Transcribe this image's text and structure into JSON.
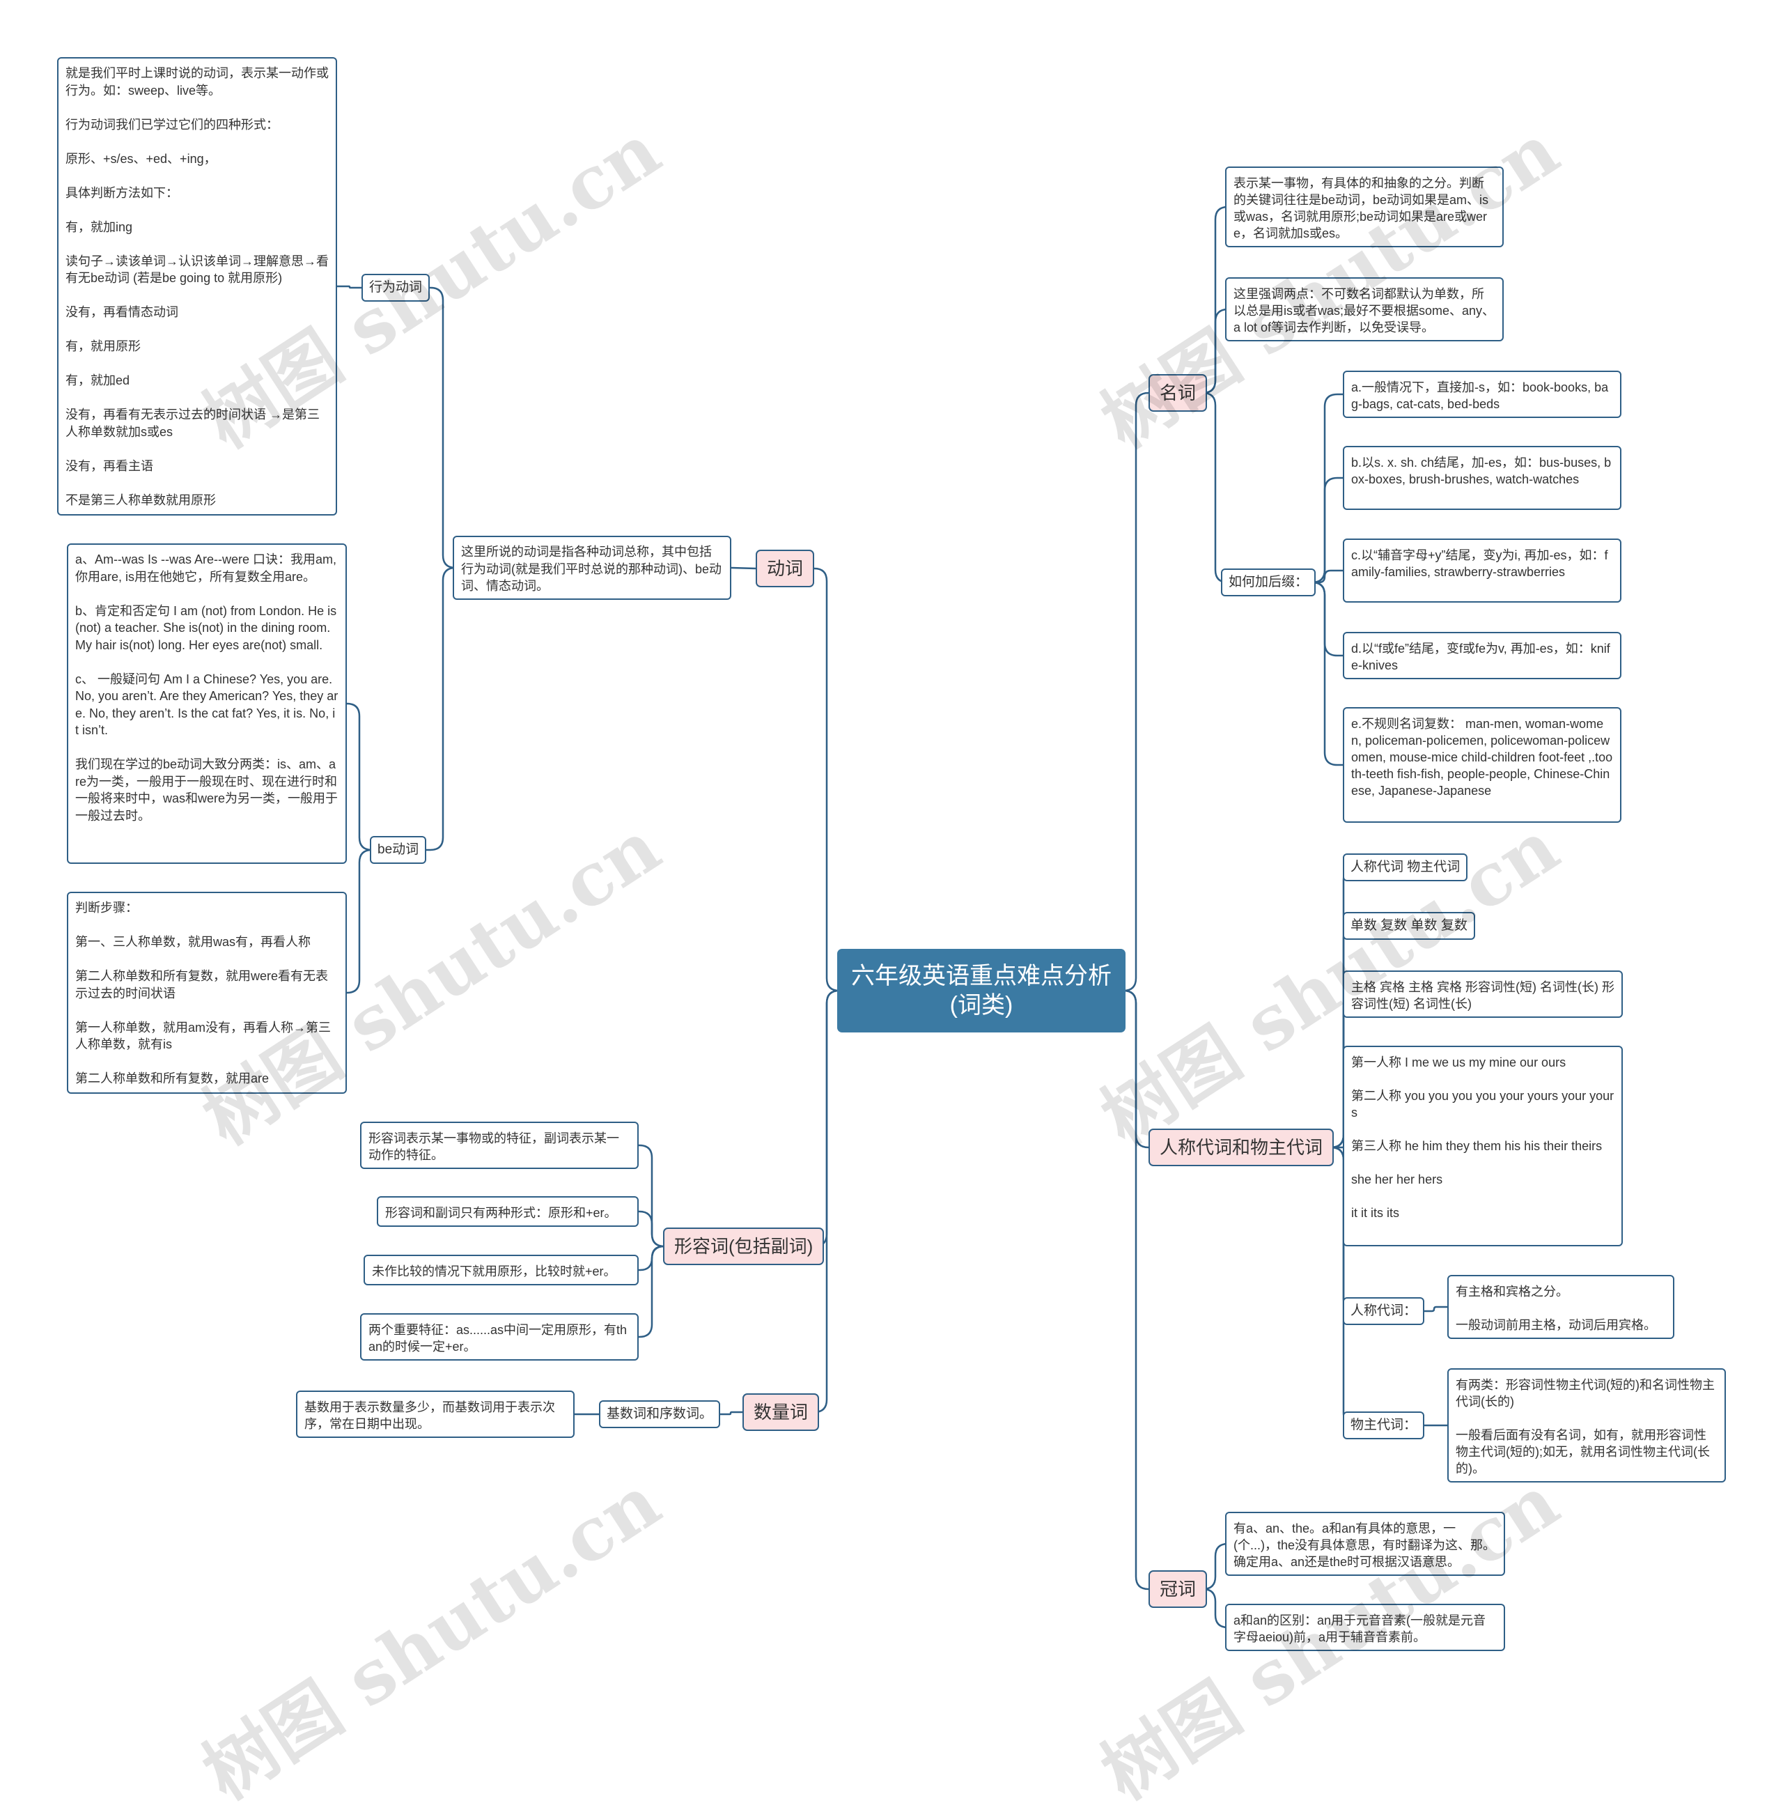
{
  "root": {
    "title": "六年级英语重点难点分析(词类)"
  },
  "colors": {
    "root_fill": "#3b7aa3",
    "branch_fill": "#fbe0e1",
    "line": "#2f5f86"
  },
  "watermark": "树图 shutu.cn",
  "branches": {
    "verb": {
      "label": "动词",
      "summary": "这里所说的动词是指各种动词总称，其中包括行为动词(就是我们平时总说的那种动词)、be动词、情态动词。",
      "action": {
        "label": "行为动词",
        "text": "就是我们平时上课时说的动词，表示某一动作或行为。如：sweep、live等。\n\n行为动词我们已学过它们的四种形式：\n\n原形、+s/es、+ed、+ing，\n\n具体判断方法如下：\n\n有，就加ing\n\n读句子→读该单词→认识该单词→理解意思→看有无be动词 (若是be going to 就用原形)\n\n没有，再看情态动词\n\n有，就用原形\n\n有，就加ed\n\n没有，再看有无表示过去的时间状语 →是第三人称单数就加s或es\n\n没有，再看主语\n\n不是第三人称单数就用原形"
      },
      "be": {
        "label": "be动词",
        "text1": "a、Am--was Is --was Are--were 口诀：我用am, 你用are, is用在他她它，所有复数全用are。\n\nb、肯定和否定句 I am (not) from London. He is(not) a teacher. She is(not) in the dining room. My hair is(not) long. Her eyes are(not) small.\n\nc、 一般疑问句 Am I a Chinese? Yes, you are. No, you aren’t. Are they American? Yes, they are. No, they aren’t. Is the cat fat? Yes, it is. No, it isn’t.\n\n我们现在学过的be动词大致分两类：is、am、are为一类，一般用于一般现在时、现在进行时和一般将来时中，was和were为另一类，一般用于一般过去时。",
        "text2": "判断步骤：\n\n第一、三人称单数，就用was有，再看人称\n\n第二人称单数和所有复数，就用were看有无表示过去的时间状语\n\n第一人称单数，就用am没有，再看人称→第三人称单数，就有is\n\n第二人称单数和所有复数，就用are"
      }
    },
    "adjective": {
      "label": "形容词(包括副词)",
      "items": [
        "形容词表示某一事物或的特征，副词表示某一动作的特征。",
        "形容词和副词只有两种形式：原形和+er。",
        "未作比较的情况下就用原形，比较时就+er。",
        "两个重要特征：as......as中间一定用原形，有than的时候一定+er。"
      ]
    },
    "numeral": {
      "label": "数量词",
      "sub_label": "基数词和序数词。",
      "text": "基数用于表示数量多少，而基数词用于表示次序，常在日期中出现。"
    },
    "noun": {
      "label": "名词",
      "text1": "表示某一事物，有具体的和抽象的之分。判断的关键词往往是be动词，be动词如果是am、is或was，名词就用原形;be动词如果是are或were，名词就加s或es。",
      "text2": "这里强调两点：不可数名词都默认为单数，所以总是用is或者was;最好不要根据some、any、a lot of等词去作判断，以免受误导。",
      "suffix_label": "如何加后缀：",
      "suffix_items": [
        "a.一般情况下，直接加-s，如：book-books, bag-bags, cat-cats, bed-beds",
        "b.以s. x. sh. ch结尾，加-es，如：bus-buses, box-boxes, brush-brushes, watch-watches",
        "c.以“辅音字母+y”结尾，变y为i, 再加-es，如：family-families, strawberry-strawberries",
        "d.以“f或fe”结尾，变f或fe为v, 再加-es，如：knife-knives",
        "e.不规则名词复数： man-men, woman-women, policeman-policemen, policewoman-policewomen, mouse-mice child-children foot-feet ,.tooth-teeth fish-fish, people-people, Chinese-Chinese, Japanese-Japanese"
      ]
    },
    "pronoun": {
      "label": "人称代词和物主代词",
      "headers": [
        "人称代词 物主代词",
        "单数 复数 单数 复数",
        "主格 宾格 主格 宾格 形容词性(短) 名词性(长) 形容词性(短) 名词性(长)"
      ],
      "table_text": "第一人称 I me we us my mine our ours\n\n第二人称 you you you you your yours your yours\n\n第三人称 he him they them his his their theirs\n\nshe her her hers\n\nit it its its",
      "personal": {
        "label": "人称代词：",
        "text": "有主格和宾格之分。\n\n一般动词前用主格，动词后用宾格。"
      },
      "possessive": {
        "label": "物主代词：",
        "text": "有两类：形容词性物主代词(短的)和名词性物主代词(长的)\n\n一般看后面有没有名词，如有，就用形容词性物主代词(短的);如无，就用名词性物主代词(长的)。"
      }
    },
    "article": {
      "label": "冠词",
      "text1": "有a、an、the。a和an有具体的意思，一(个...)，the没有具体意思，有时翻译为这、那。确定用a、an还是the时可根据汉语意思。",
      "text2": "a和an的区别：an用于元音音素(一般就是元音字母aeiou)前，a用于辅音音素前。"
    }
  }
}
